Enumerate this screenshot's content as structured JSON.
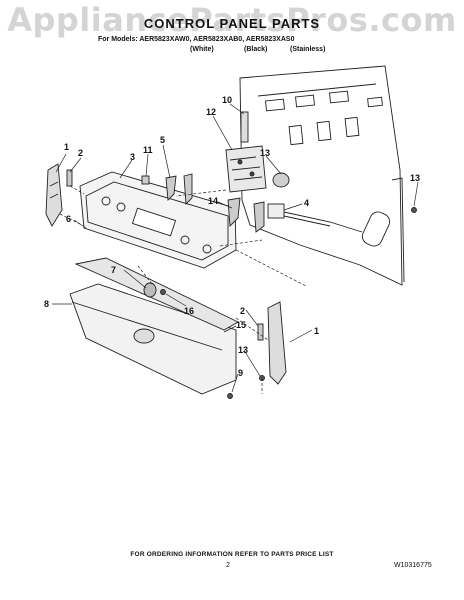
{
  "watermark": "AppliancePartsPros.com",
  "header": {
    "title": "CONTROL PANEL PARTS",
    "models_line": "For Models: AER5823XAW0, AER5823XAB0, AER5823XAS0",
    "variants": [
      "(White)",
      "(Black)",
      "(Stainless)"
    ]
  },
  "callouts": [
    "1",
    "2",
    "3",
    "11",
    "5",
    "12",
    "10",
    "13",
    "13",
    "6",
    "14",
    "4",
    "7",
    "16",
    "8",
    "2",
    "15",
    "1",
    "13",
    "9"
  ],
  "footer": {
    "ordering_note": "FOR ORDERING INFORMATION REFER TO PARTS PRICE LIST",
    "page_number": "2",
    "doc_number": "W10316775"
  },
  "colors": {
    "line": "#222222",
    "watermark": "#d4d4d4"
  }
}
